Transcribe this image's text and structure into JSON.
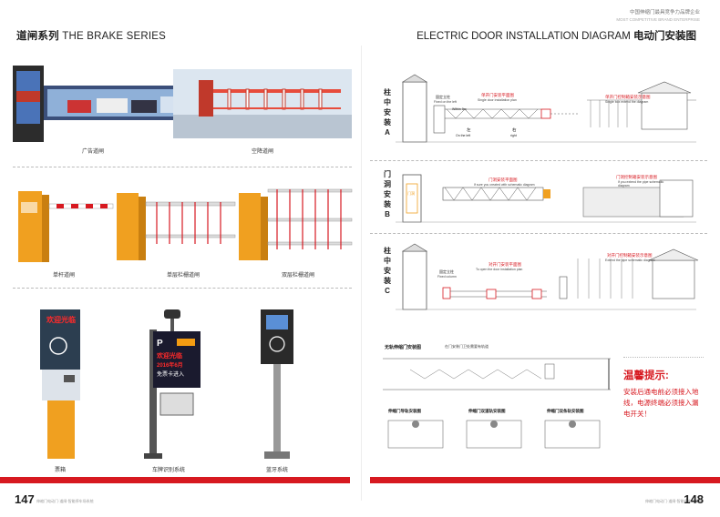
{
  "header": {
    "left_cn": "道闸系列",
    "left_en": "THE BRAKE SERIES",
    "right_en": "ELECTRIC DOOR INSTALLATION DIAGRAM",
    "right_cn": "电动门安装图",
    "brand_line1": "中国伸缩门最具竞争力品牌企业",
    "brand_line2": "MOST COMPETITIVE BRAND ENTERPRISE"
  },
  "products": [
    {
      "caption": "广告道闸"
    },
    {
      "caption": "空降道闸"
    },
    {
      "caption": "单杆道闸"
    },
    {
      "caption": "单层栏栅道闸"
    },
    {
      "caption": "双层栏栅道闸"
    },
    {
      "caption": "票箱"
    },
    {
      "caption": "车牌识别系统"
    },
    {
      "caption": "蓝牙系统"
    }
  ],
  "led": {
    "ticket_box": "欢迎光临",
    "plate_line1": "欢迎光临",
    "plate_line2": "2016年6月",
    "plate_line3": "免票卡进入"
  },
  "diagrams": [
    {
      "side_label": "柱中安装A",
      "title_cn": "单开门安装平面图",
      "title_en": "Single door installation plan",
      "right_title": "单开门控制箱安装示意图",
      "right_sub": "Single box extend the diagram",
      "left_note": "固定立柱",
      "left_note_en": "Fixed on the left",
      "dir_left": "左",
      "dir_left_en": "On the left",
      "dir_right": "右",
      "dir_right_en": "right",
      "width_note": "Within 9m"
    },
    {
      "side_label": "门洞安装B",
      "title_cn": "门洞安装平面图",
      "title_en": "If sure you created with schematic diagram",
      "right_title": "门洞控制箱安装示意图",
      "right_sub": "If you extend the pipe schematic diagram",
      "post_note": "门洞"
    },
    {
      "side_label": "柱中安装C",
      "title_cn": "对开门安装平面图",
      "title_en": "To open the door installation plan",
      "right_title": "对开门控制箱安装示意图",
      "right_sub": "Extend the pipe schematic diagram",
      "left_note": "固定立柱",
      "left_note_en": "Fixed column"
    }
  ],
  "bottom_diagram": {
    "title": "无轨伸缩门安装图",
    "note": "在门安装门卫处需要有轨道",
    "plans": [
      "伸缩门导轨安装图",
      "伸缩门双道轨安装图",
      "伸缩门双条轨安装图"
    ]
  },
  "tips": {
    "title": "温馨提示:",
    "body": "安装后通电前必须接入地线，电源终端必须接入漏电开关！"
  },
  "footer": {
    "page_left": "147",
    "page_right": "148",
    "foot_left": "伸缩门电动门·道闸·智能停车场系统",
    "foot_right": "伸缩门电动门·道闸·智能停车场系统"
  },
  "colors": {
    "accent_red": "#d71920",
    "gate_orange": "#f0a020",
    "led_red": "#ff2a2a"
  }
}
